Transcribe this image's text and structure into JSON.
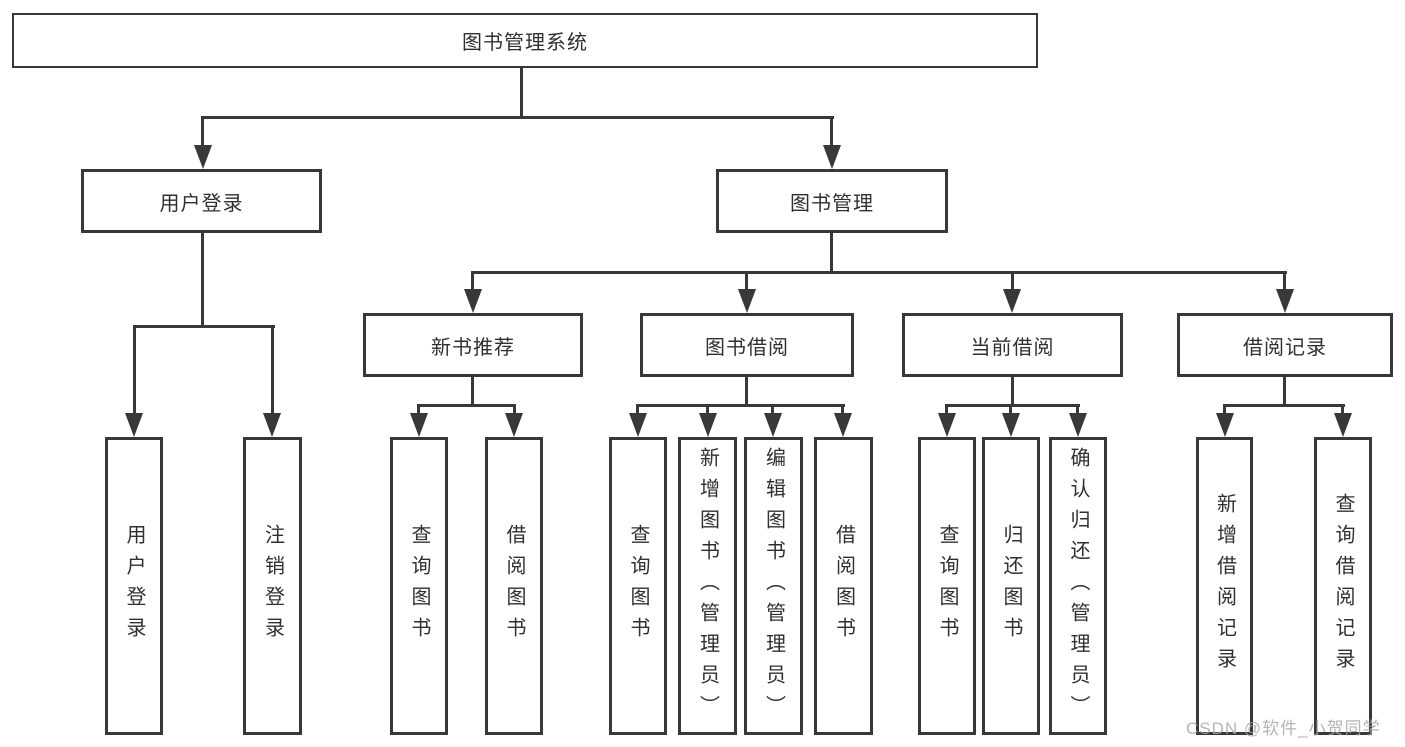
{
  "tree": {
    "root": "图书管理系统",
    "branches": [
      {
        "label": "用户登录",
        "children": [
          "用户登录",
          "注销登录"
        ]
      },
      {
        "label": "图书管理",
        "groups": [
          {
            "label": "新书推荐",
            "children": [
              "查询图书",
              "借阅图书"
            ]
          },
          {
            "label": "图书借阅",
            "children": [
              "查询图书",
              "新增图书（管理员）",
              "编辑图书（管理员）",
              "借阅图书"
            ]
          },
          {
            "label": "当前借阅",
            "children": [
              "查询图书",
              "归还图书",
              "确认归还（管理员）"
            ]
          },
          {
            "label": "借阅记录",
            "children": [
              "新增借阅记录",
              "查询借阅记录"
            ]
          }
        ]
      }
    ]
  },
  "watermark": "CSDN @软件_小贺同学",
  "colors": {
    "line": "#383838",
    "text": "#303030",
    "background": "#ffffff",
    "watermark": "#a8a8a8"
  }
}
